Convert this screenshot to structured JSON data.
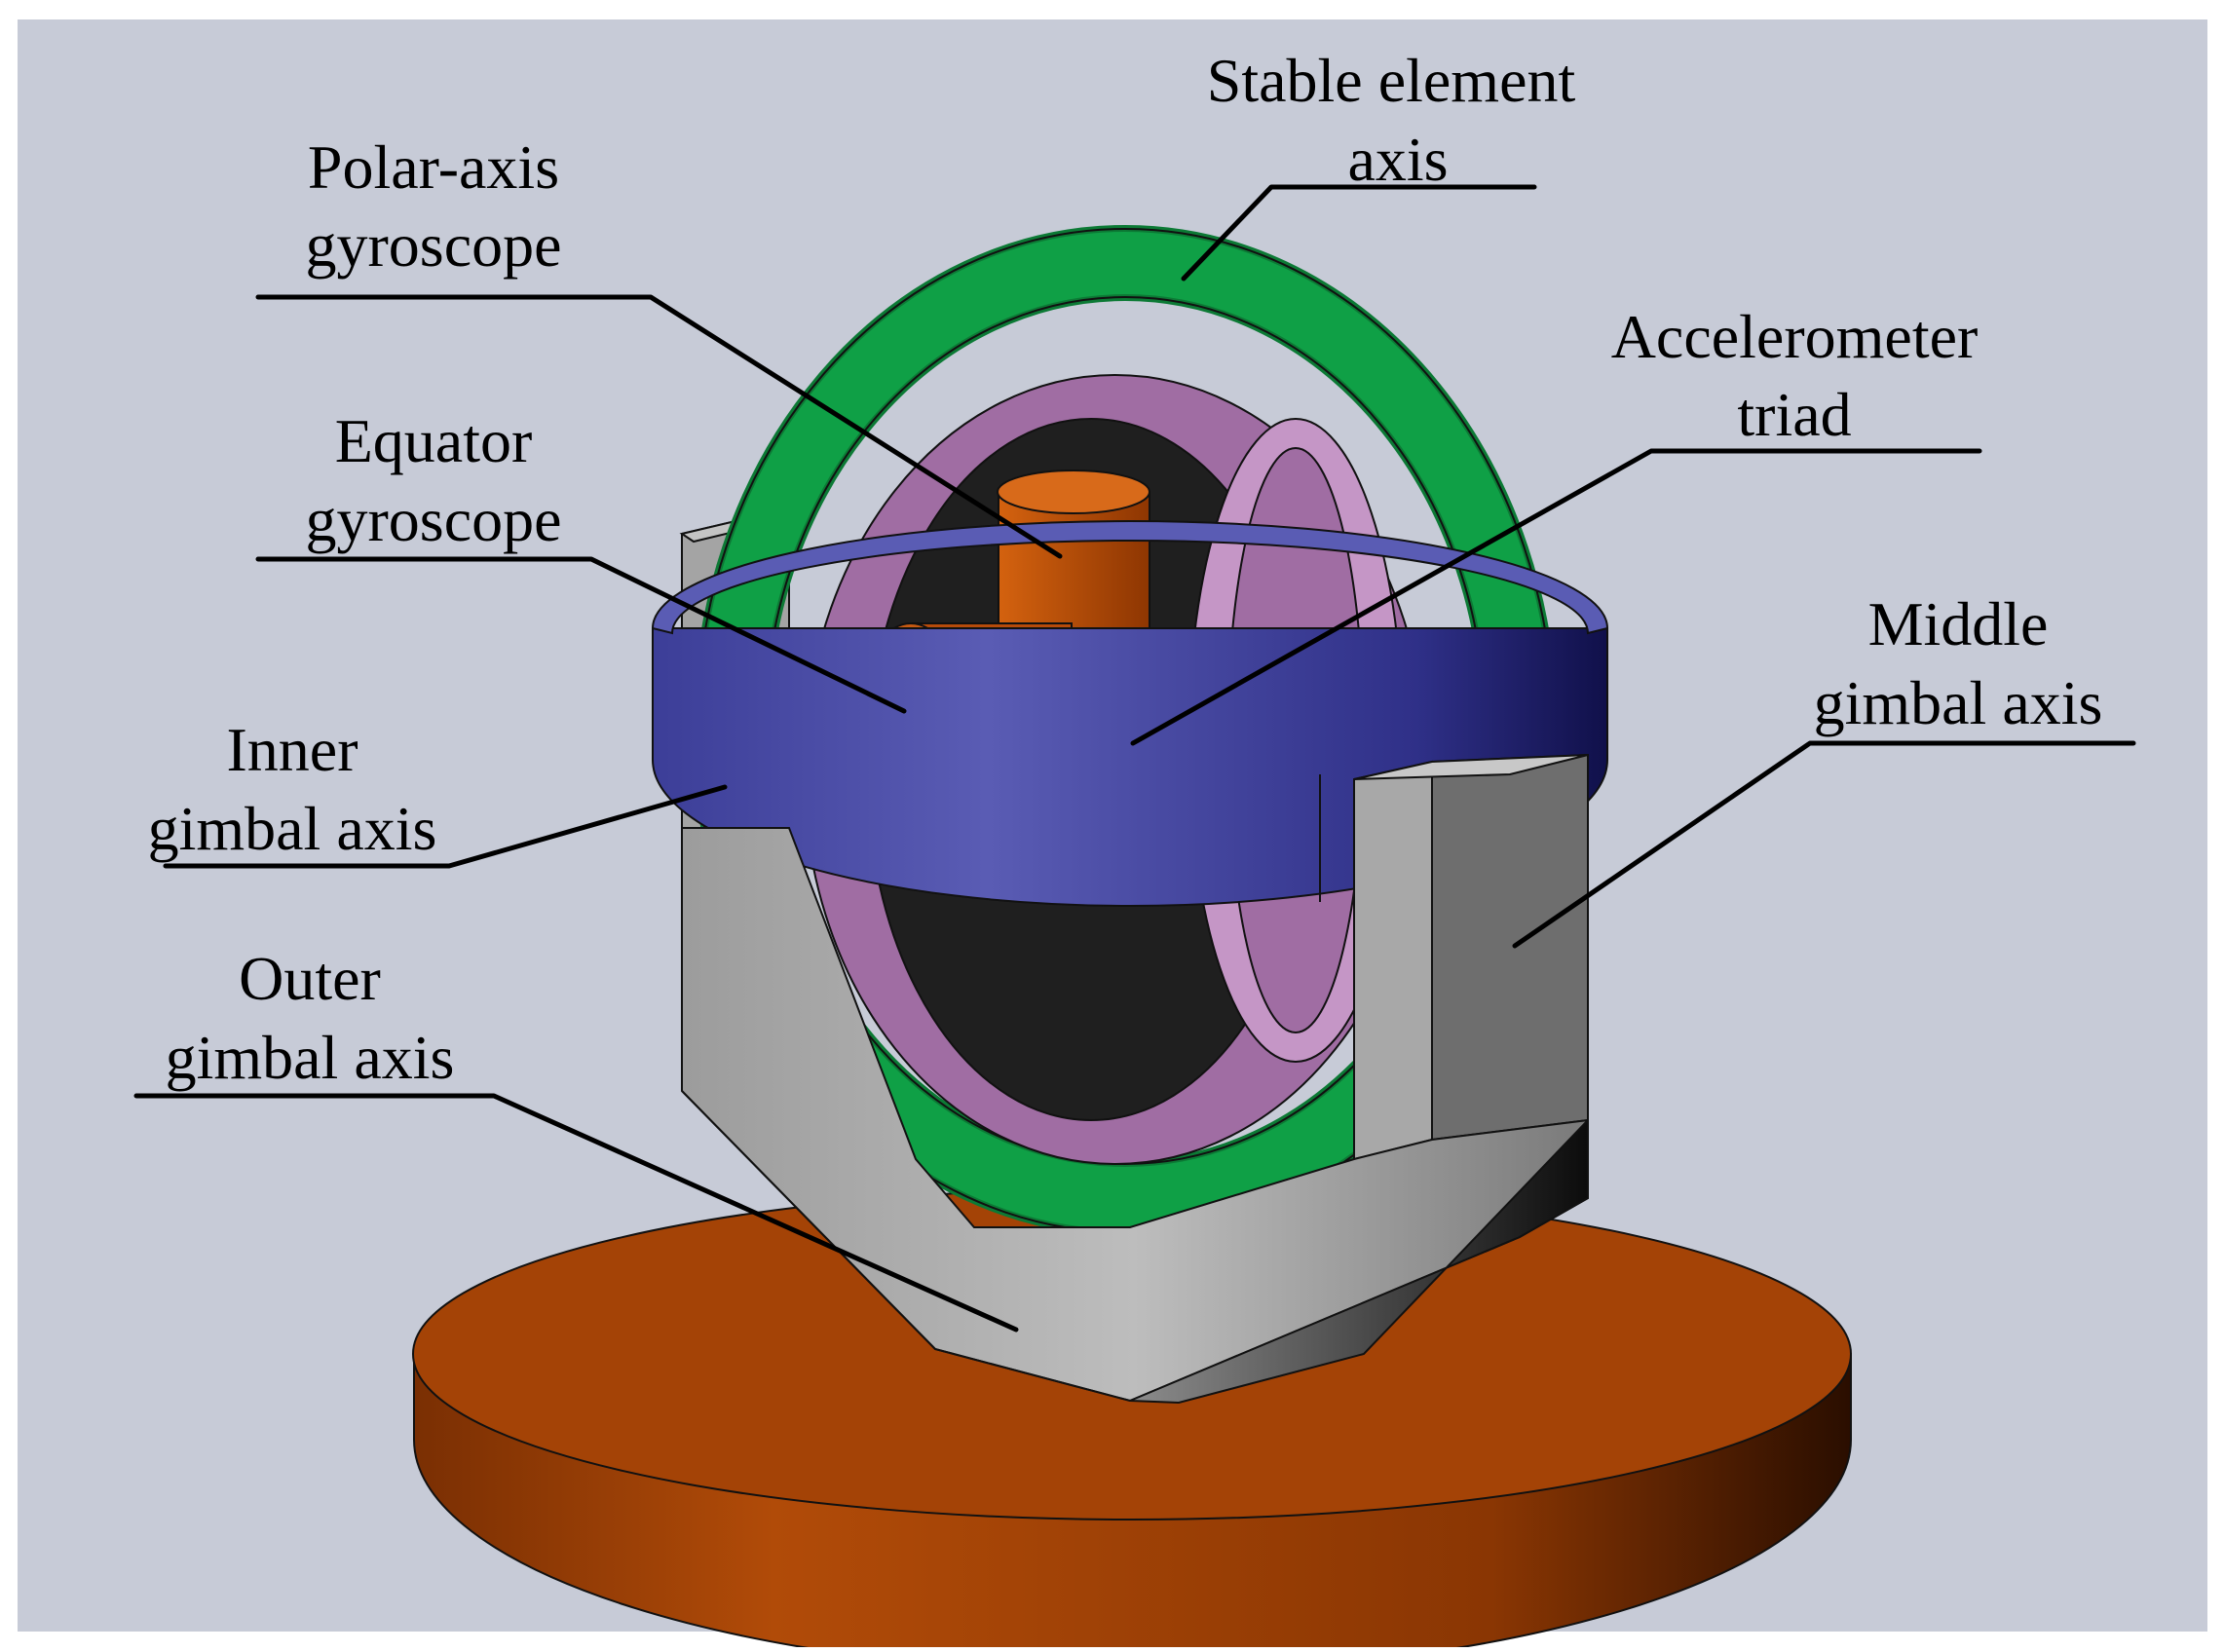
{
  "colors": {
    "background": "#c7cbd7",
    "stable_ring": "#0fa046",
    "inner_ring": "#4e50a8",
    "middle_frame": "#a6a6a6",
    "sphere": "#a06da3",
    "gyroscopes": "#c0510c",
    "base": "#a44306",
    "accelerometer": "#22b8c0"
  },
  "labels": {
    "stable_element": {
      "line1": "Stable element",
      "line2": "axis"
    },
    "polar_gyro": {
      "line1": "Polar-axis",
      "line2": "gyroscope"
    },
    "accelerometer": {
      "line1": "Accelerometer",
      "line2": "triad"
    },
    "equator_gyro": {
      "line1": "Equator",
      "line2": "gyroscope"
    },
    "middle_gimbal": {
      "line1": "Middle",
      "line2": "gimbal axis"
    },
    "inner_gimbal": {
      "line1": "Inner",
      "line2": "gimbal axis"
    },
    "outer_gimbal": {
      "line1": "Outer",
      "line2": "gimbal axis"
    }
  }
}
